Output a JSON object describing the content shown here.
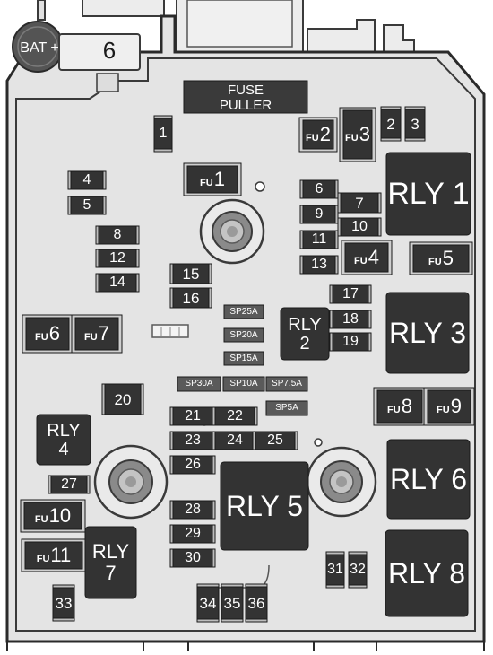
{
  "terminal": {
    "label": "BAT +",
    "number": "6"
  },
  "fuse_puller": {
    "line1": "FUSE",
    "line2": "PULLER"
  },
  "fu_prefix": "FU",
  "colors": {
    "box_fill": "#e6e6e6",
    "outline": "#3a3a3a",
    "component": "#333333",
    "component_light": "#5a5a5a",
    "label_text": "#ffffff"
  },
  "small_fuses": [
    {
      "id": "f1",
      "label": "1"
    },
    {
      "id": "f2",
      "label": "2"
    },
    {
      "id": "f3",
      "label": "3"
    },
    {
      "id": "f4",
      "label": "4"
    },
    {
      "id": "f5",
      "label": "5"
    },
    {
      "id": "f6",
      "label": "6"
    },
    {
      "id": "f7",
      "label": "7"
    },
    {
      "id": "f8",
      "label": "8"
    },
    {
      "id": "f9",
      "label": "9"
    },
    {
      "id": "f10",
      "label": "10"
    },
    {
      "id": "f11",
      "label": "11"
    },
    {
      "id": "f12",
      "label": "12"
    },
    {
      "id": "f13",
      "label": "13"
    },
    {
      "id": "f14",
      "label": "14"
    },
    {
      "id": "f15",
      "label": "15"
    },
    {
      "id": "f16",
      "label": "16"
    },
    {
      "id": "f17",
      "label": "17"
    },
    {
      "id": "f18",
      "label": "18"
    },
    {
      "id": "f19",
      "label": "19"
    },
    {
      "id": "f20",
      "label": "20"
    },
    {
      "id": "f21",
      "label": "21"
    },
    {
      "id": "f22",
      "label": "22"
    },
    {
      "id": "f23",
      "label": "23"
    },
    {
      "id": "f24",
      "label": "24"
    },
    {
      "id": "f25",
      "label": "25"
    },
    {
      "id": "f26",
      "label": "26"
    },
    {
      "id": "f27",
      "label": "27"
    },
    {
      "id": "f28",
      "label": "28"
    },
    {
      "id": "f29",
      "label": "29"
    },
    {
      "id": "f30",
      "label": "30"
    },
    {
      "id": "f31",
      "label": "31"
    },
    {
      "id": "f32",
      "label": "32"
    },
    {
      "id": "f33",
      "label": "33"
    },
    {
      "id": "f34",
      "label": "34"
    },
    {
      "id": "f35",
      "label": "35"
    },
    {
      "id": "f36",
      "label": "36"
    }
  ],
  "fu_fuses": [
    {
      "id": "fu1",
      "number": "1"
    },
    {
      "id": "fu2",
      "number": "2"
    },
    {
      "id": "fu3",
      "number": "3"
    },
    {
      "id": "fu4",
      "number": "4"
    },
    {
      "id": "fu5",
      "number": "5"
    },
    {
      "id": "fu6",
      "number": "6"
    },
    {
      "id": "fu7",
      "number": "7"
    },
    {
      "id": "fu8",
      "number": "8"
    },
    {
      "id": "fu9",
      "number": "9"
    },
    {
      "id": "fu10",
      "number": "10"
    },
    {
      "id": "fu11",
      "number": "11"
    }
  ],
  "spares": [
    {
      "id": "sp25",
      "label": "SP25A"
    },
    {
      "id": "sp20",
      "label": "SP20A"
    },
    {
      "id": "sp15",
      "label": "SP15A"
    },
    {
      "id": "sp30",
      "label": "SP30A"
    },
    {
      "id": "sp10",
      "label": "SP10A"
    },
    {
      "id": "sp75",
      "label": "SP7.5A"
    },
    {
      "id": "sp5",
      "label": "SP5A"
    }
  ],
  "relays": [
    {
      "id": "rly1",
      "label": "RLY 1",
      "lines": []
    },
    {
      "id": "rly2",
      "label": "",
      "lines": [
        "RLY",
        "2"
      ]
    },
    {
      "id": "rly3",
      "label": "RLY 3",
      "lines": []
    },
    {
      "id": "rly4",
      "label": "",
      "lines": [
        "RLY",
        "4"
      ]
    },
    {
      "id": "rly5",
      "label": "RLY 5",
      "lines": []
    },
    {
      "id": "rly6",
      "label": "RLY 6",
      "lines": []
    },
    {
      "id": "rly7",
      "label": "",
      "lines": [
        "RLY",
        "7"
      ]
    },
    {
      "id": "rly8",
      "label": "RLY 8",
      "lines": []
    }
  ]
}
